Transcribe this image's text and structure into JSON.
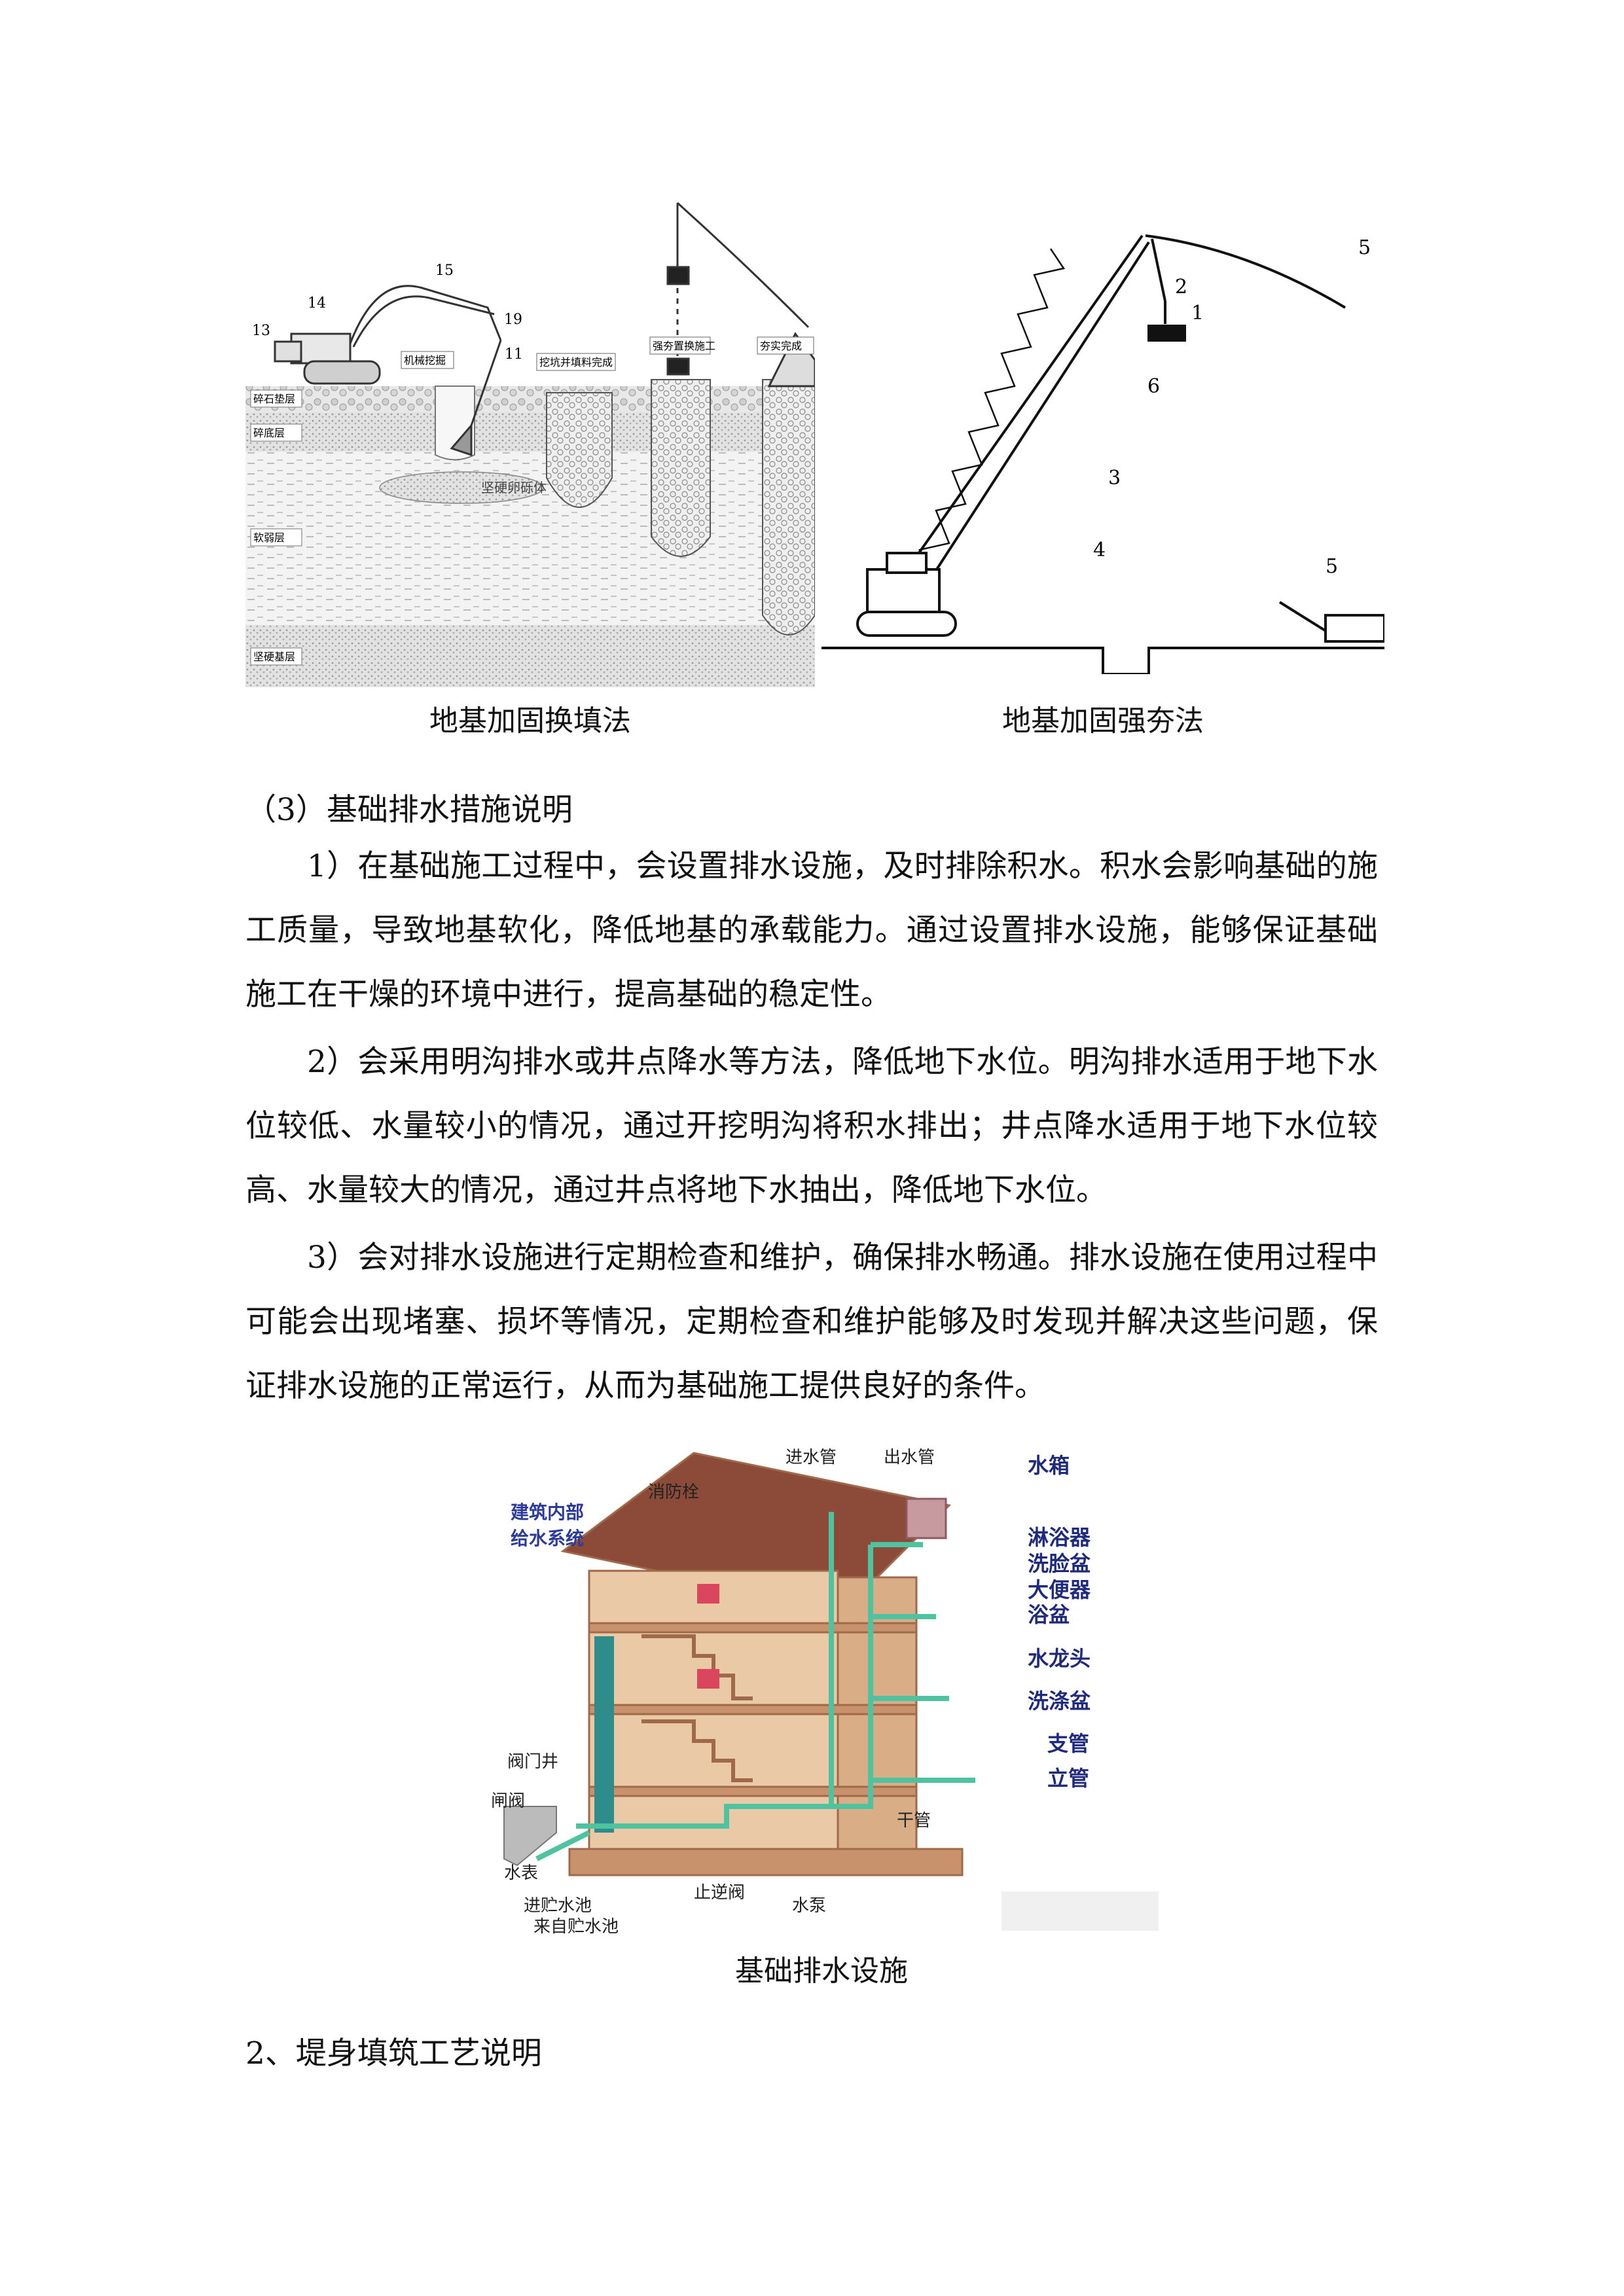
{
  "figure1": {
    "caption": "地基加固换填法",
    "layer_labels": [
      "碎石垫层",
      "碎底层",
      "软弱层",
      "坚硬基层"
    ],
    "stage_labels": [
      "机械挖掘",
      "挖坑并填料完成",
      "强夯置换施工",
      "夯实完成"
    ],
    "core_label": "坚硬卵砾体",
    "numbers": [
      "13",
      "14",
      "15",
      "19",
      "11"
    ]
  },
  "figure2": {
    "caption": "地基加固强夯法",
    "numbers": [
      "5",
      "2",
      "1",
      "6",
      "3",
      "4",
      "5"
    ]
  },
  "section3": {
    "heading": "（3）基础排水措施说明",
    "paragraphs": [
      "1）在基础施工过程中，会设置排水设施，及时排除积水。积水会影响基础的施工质量，导致地基软化，降低地基的承载能力。通过设置排水设施，能够保证基础施工在干燥的环境中进行，提高基础的稳定性。",
      "2）会采用明沟排水或井点降水等方法，降低地下水位。明沟排水适用于地下水位较低、水量较小的情况，通过开挖明沟将积水排出；井点降水适用于地下水位较高、水量较大的情况，通过井点将地下水抽出，降低地下水位。",
      "3）会对排水设施进行定期检查和维护，确保排水畅通。排水设施在使用过程中可能会出现堵塞、损坏等情况，定期检查和维护能够及时发现并解决这些问题，保证排水设施的正常运行，从而为基础施工提供良好的条件。"
    ]
  },
  "figure3": {
    "caption": "基础排水设施",
    "title_line1": "建筑内部",
    "title_line2": "给水系统",
    "labels": {
      "inlet": "进水管",
      "outlet": "出水管",
      "tank": "水箱",
      "hydrant": "消防栓",
      "shower": "淋浴器",
      "basin": "洗脸盆",
      "toilet": "大便器",
      "bathtub": "浴盆",
      "faucet": "水龙头",
      "sink": "洗涤盆",
      "branch": "支管",
      "riser": "立管",
      "main": "干管",
      "valve_well": "阀门井",
      "gate_valve": "闸阀",
      "meter": "水表",
      "storage_in": "进贮水池",
      "storage_from": "来自贮水池",
      "check_valve": "止逆阀",
      "pump": "水泵"
    }
  },
  "section2": {
    "heading": "2、堤身填筑工艺说明"
  }
}
